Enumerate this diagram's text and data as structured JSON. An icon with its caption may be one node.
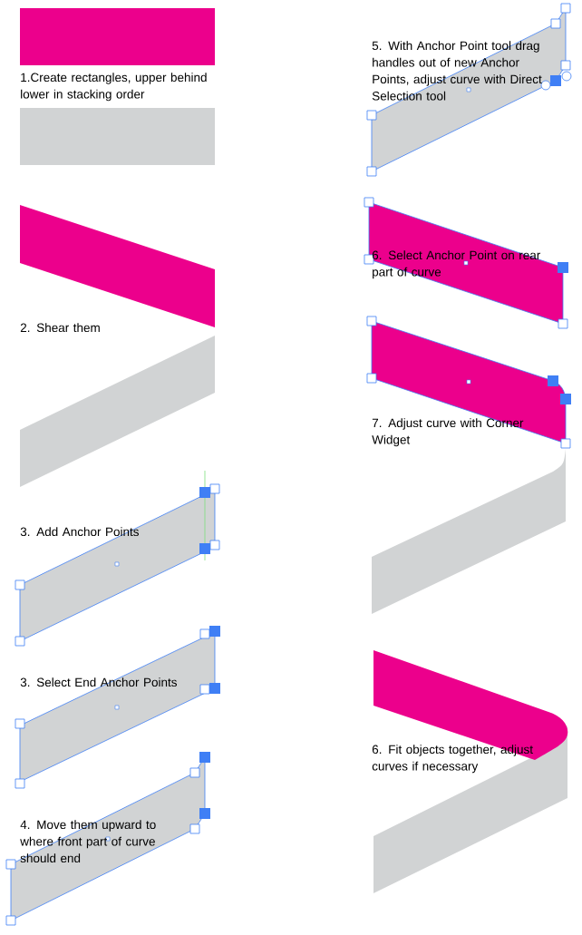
{
  "diagram": {
    "labels": [
      "1.Create rectangles, upper behind lower in stacking order",
      "2. Shear them",
      "3. Add Anchor Points",
      "3. Select End Anchor Points",
      "4. Move them upward to where front part of curve should end",
      "5. With Anchor Point tool drag handles out of new Anchor Points, adjust curve with Direct Selection tool",
      "6. Select Anchor Point on rear part of curve",
      "7. Adjust curve with Corner Widget",
      "6. Fit objects together, adjust curves if necessary"
    ]
  }
}
